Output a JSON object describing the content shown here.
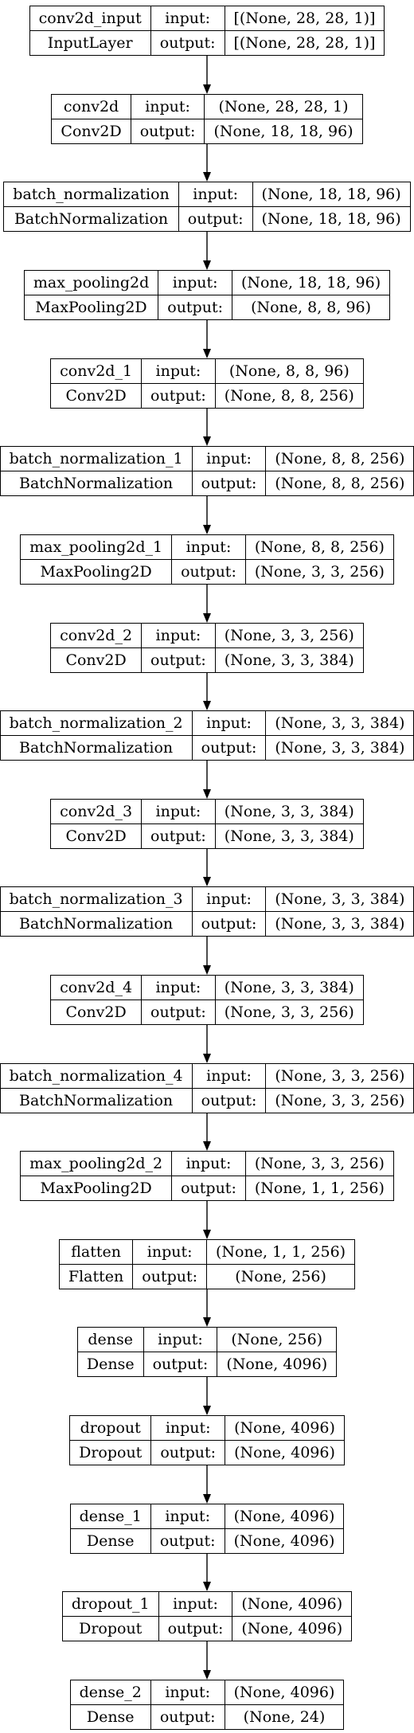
{
  "diagram": {
    "layers": [
      {
        "name": "conv2d_input",
        "type": "InputLayer",
        "input_label": "input:",
        "input": "[(None, 28, 28, 1)]",
        "output_label": "output:",
        "output": "[(None, 28, 28, 1)]"
      },
      {
        "name": "conv2d",
        "type": "Conv2D",
        "input_label": "input:",
        "input": "(None, 28, 28, 1)",
        "output_label": "output:",
        "output": "(None, 18, 18, 96)"
      },
      {
        "name": "batch_normalization",
        "type": "BatchNormalization",
        "input_label": "input:",
        "input": "(None, 18, 18, 96)",
        "output_label": "output:",
        "output": "(None, 18, 18, 96)"
      },
      {
        "name": "max_pooling2d",
        "type": "MaxPooling2D",
        "input_label": "input:",
        "input": "(None, 18, 18, 96)",
        "output_label": "output:",
        "output": "(None, 8, 8, 96)"
      },
      {
        "name": "conv2d_1",
        "type": "Conv2D",
        "input_label": "input:",
        "input": "(None, 8, 8, 96)",
        "output_label": "output:",
        "output": "(None, 8, 8, 256)"
      },
      {
        "name": "batch_normalization_1",
        "type": "BatchNormalization",
        "input_label": "input:",
        "input": "(None, 8, 8, 256)",
        "output_label": "output:",
        "output": "(None, 8, 8, 256)"
      },
      {
        "name": "max_pooling2d_1",
        "type": "MaxPooling2D",
        "input_label": "input:",
        "input": "(None, 8, 8, 256)",
        "output_label": "output:",
        "output": "(None, 3, 3, 256)"
      },
      {
        "name": "conv2d_2",
        "type": "Conv2D",
        "input_label": "input:",
        "input": "(None, 3, 3, 256)",
        "output_label": "output:",
        "output": "(None, 3, 3, 384)"
      },
      {
        "name": "batch_normalization_2",
        "type": "BatchNormalization",
        "input_label": "input:",
        "input": "(None, 3, 3, 384)",
        "output_label": "output:",
        "output": "(None, 3, 3, 384)"
      },
      {
        "name": "conv2d_3",
        "type": "Conv2D",
        "input_label": "input:",
        "input": "(None, 3, 3, 384)",
        "output_label": "output:",
        "output": "(None, 3, 3, 384)"
      },
      {
        "name": "batch_normalization_3",
        "type": "BatchNormalization",
        "input_label": "input:",
        "input": "(None, 3, 3, 384)",
        "output_label": "output:",
        "output": "(None, 3, 3, 384)"
      },
      {
        "name": "conv2d_4",
        "type": "Conv2D",
        "input_label": "input:",
        "input": "(None, 3, 3, 384)",
        "output_label": "output:",
        "output": "(None, 3, 3, 256)"
      },
      {
        "name": "batch_normalization_4",
        "type": "BatchNormalization",
        "input_label": "input:",
        "input": "(None, 3, 3, 256)",
        "output_label": "output:",
        "output": "(None, 3, 3, 256)"
      },
      {
        "name": "max_pooling2d_2",
        "type": "MaxPooling2D",
        "input_label": "input:",
        "input": "(None, 3, 3, 256)",
        "output_label": "output:",
        "output": "(None, 1, 1, 256)"
      },
      {
        "name": "flatten",
        "type": "Flatten",
        "input_label": "input:",
        "input": "(None, 1, 1, 256)",
        "output_label": "output:",
        "output": "(None, 256)"
      },
      {
        "name": "dense",
        "type": "Dense",
        "input_label": "input:",
        "input": "(None, 256)",
        "output_label": "output:",
        "output": "(None, 4096)"
      },
      {
        "name": "dropout",
        "type": "Dropout",
        "input_label": "input:",
        "input": "(None, 4096)",
        "output_label": "output:",
        "output": "(None, 4096)"
      },
      {
        "name": "dense_1",
        "type": "Dense",
        "input_label": "input:",
        "input": "(None, 4096)",
        "output_label": "output:",
        "output": "(None, 4096)"
      },
      {
        "name": "dropout_1",
        "type": "Dropout",
        "input_label": "input:",
        "input": "(None, 4096)",
        "output_label": "output:",
        "output": "(None, 4096)"
      },
      {
        "name": "dense_2",
        "type": "Dense",
        "input_label": "input:",
        "input": "(None, 4096)",
        "output_label": "output:",
        "output": "(None, 24)"
      }
    ],
    "colors": {
      "line": "#000000",
      "background": "#ffffff"
    }
  }
}
